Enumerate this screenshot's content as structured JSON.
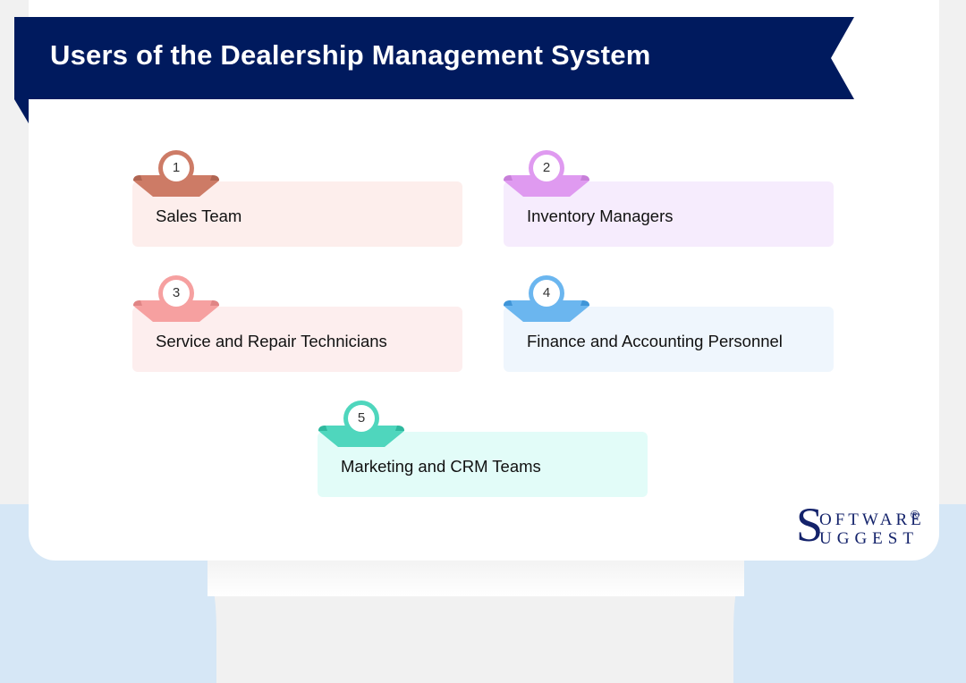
{
  "header": {
    "title": "Users of the Dealership Management System",
    "banner_color": "#001a5e"
  },
  "users": [
    {
      "number": "1",
      "label": "Sales Team",
      "accent": "#cd7b66",
      "background": "#fdeeec"
    },
    {
      "number": "2",
      "label": "Inventory Managers",
      "accent": "#df9af0",
      "background": "#f6ecfd"
    },
    {
      "number": "3",
      "label": "Service and Repair Technicians",
      "accent": "#f6a0a0",
      "background": "#fdeeee"
    },
    {
      "number": "4",
      "label": "Finance and Accounting Personnel",
      "accent": "#6bb6ef",
      "background": "#eff6fd"
    },
    {
      "number": "5",
      "label": "Marketing and CRM Teams",
      "accent": "#4fd6bd",
      "background": "#e2fcf8"
    }
  ],
  "logo": {
    "initial": "S",
    "line1": "OFTWARE",
    "line2": "UGGEST",
    "registered": "®"
  }
}
